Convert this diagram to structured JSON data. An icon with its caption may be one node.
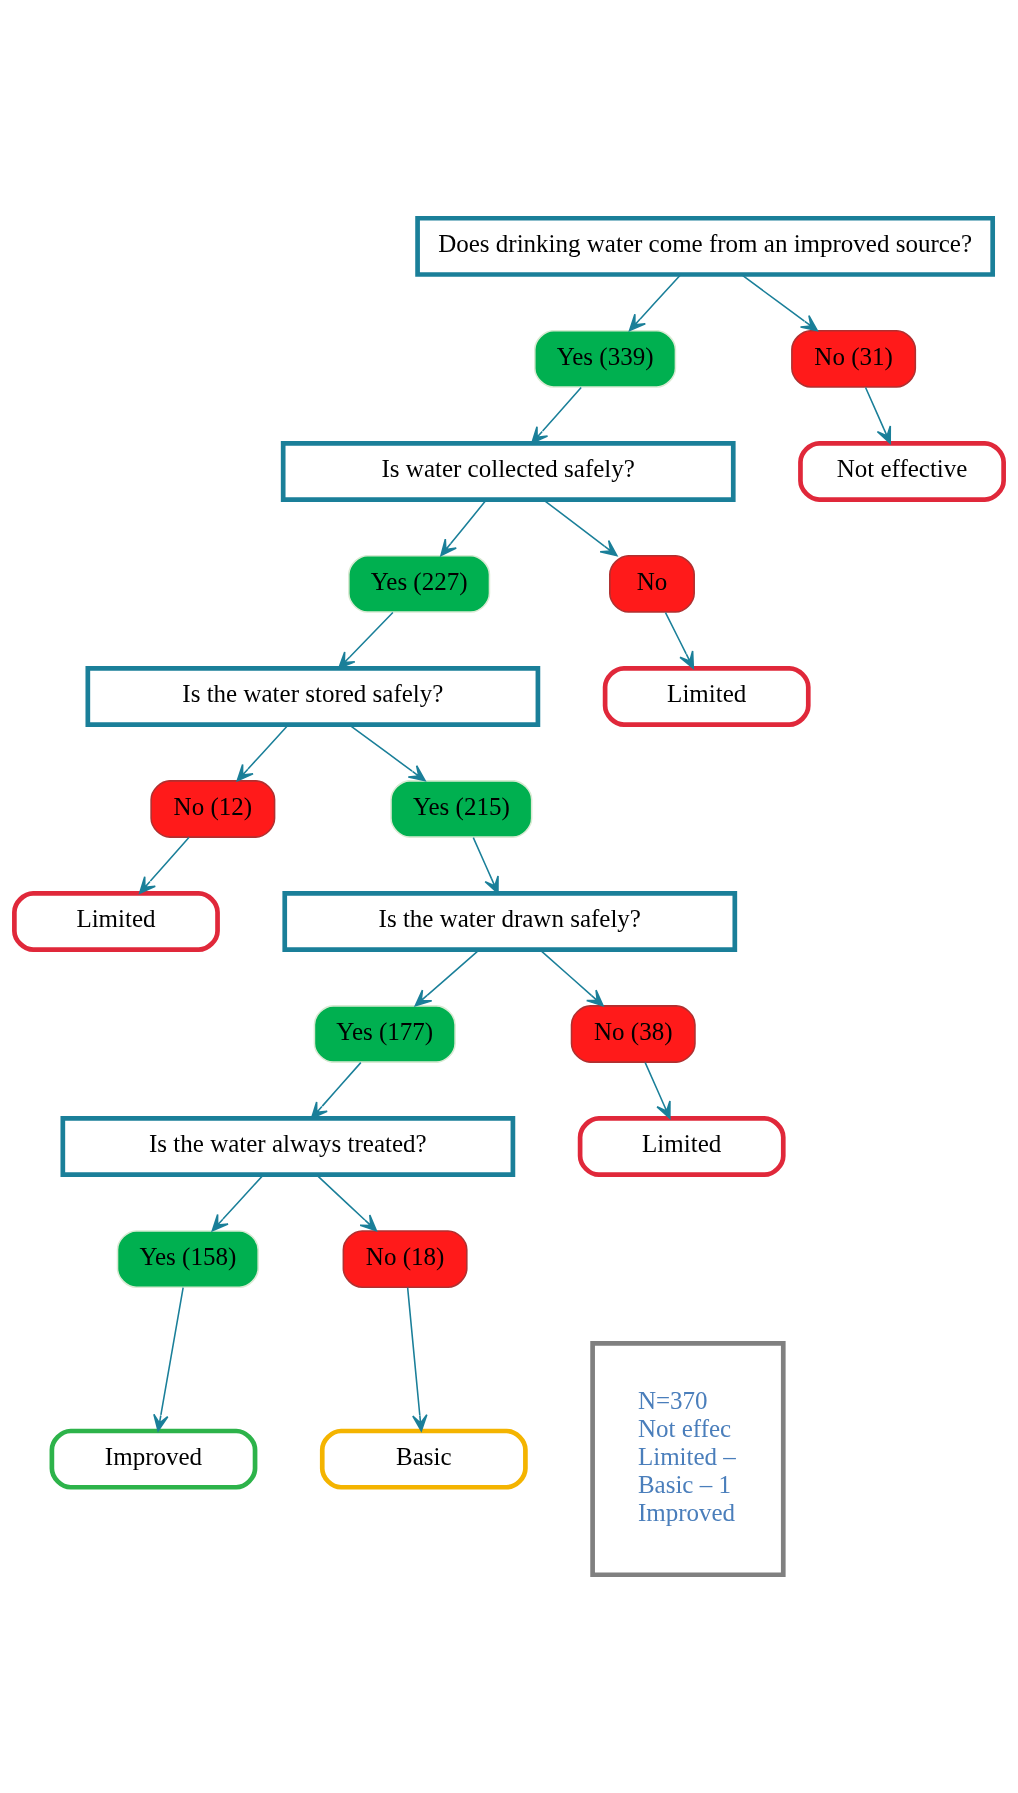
{
  "diagram": {
    "nodes": [
      {
        "text": [
          "Does drinking water come from an improved source?"
        ]
      },
      {
        "text": [
          "Yes (339)"
        ]
      },
      {
        "text": [
          "No (31)"
        ]
      },
      {
        "text": [
          "Not effective"
        ]
      },
      {
        "text": [
          "Is water collected safely?"
        ]
      },
      {
        "text": [
          "Yes (227)"
        ]
      },
      {
        "text": [
          "No"
        ]
      },
      {
        "text": [
          "Limited"
        ]
      },
      {
        "text": [
          "Is the water stored safely?"
        ]
      },
      {
        "text": [
          "No (12)"
        ]
      },
      {
        "text": [
          "Yes (215)"
        ]
      },
      {
        "text": [
          "Limited"
        ]
      },
      {
        "text": [
          "Is the water drawn safely?"
        ]
      },
      {
        "text": [
          "Yes (177)"
        ]
      },
      {
        "text": [
          "No (38)"
        ]
      },
      {
        "text": [
          "Limited"
        ]
      },
      {
        "text": [
          "Is the water always treated?"
        ]
      },
      {
        "text": [
          "Yes (158)"
        ]
      },
      {
        "text": [
          "No (18)"
        ]
      },
      {
        "text": [
          "Improved"
        ]
      },
      {
        "text": [
          "Basic"
        ]
      },
      {
        "text": [
          "N=370",
          "Not effec",
          "Limited –",
          "Basic – 1",
          "Improved"
        ]
      }
    ],
    "edges": [
      {
        "from": 0,
        "to": 1,
        "arrow": "to"
      },
      {
        "from": 0,
        "to": 2,
        "arrow": "to"
      },
      {
        "from": 2,
        "to": 3,
        "arrow": "to"
      },
      {
        "from": 1,
        "to": 4,
        "arrow": "to"
      },
      {
        "from": 4,
        "to": 5,
        "arrow": "to"
      },
      {
        "from": 4,
        "to": 6,
        "arrow": "to"
      },
      {
        "from": 6,
        "to": 7,
        "arrow": "to"
      },
      {
        "from": 5,
        "to": 8,
        "arrow": "to"
      },
      {
        "from": 8,
        "to": 9,
        "arrow": "to"
      },
      {
        "from": 8,
        "to": 10,
        "arrow": "to"
      },
      {
        "from": 9,
        "to": 11,
        "arrow": "to"
      },
      {
        "from": 10,
        "to": 12,
        "arrow": "to"
      },
      {
        "from": 12,
        "to": 13,
        "arrow": "to"
      },
      {
        "from": 12,
        "to": 14,
        "arrow": "to"
      },
      {
        "from": 14,
        "to": 15,
        "arrow": "to"
      },
      {
        "from": 13,
        "to": 16,
        "arrow": "to"
      },
      {
        "from": 16,
        "to": 17,
        "arrow": "to"
      },
      {
        "from": 16,
        "to": 18,
        "arrow": "to"
      },
      {
        "from": 17,
        "to": 19,
        "arrow": "to"
      },
      {
        "from": 18,
        "to": 20,
        "arrow": "to"
      }
    ]
  }
}
